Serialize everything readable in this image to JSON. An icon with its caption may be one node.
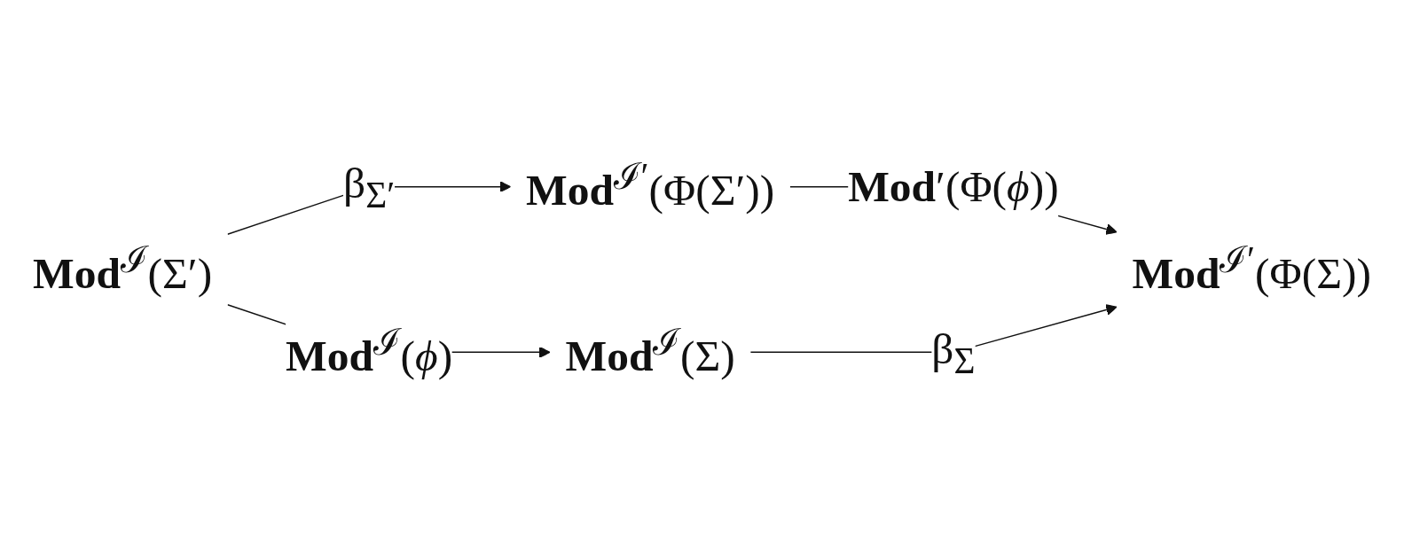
{
  "diagram": {
    "nodes": [
      {
        "text": [
          "**Mod**$^{ℐ}$(Σ′)"
        ]
      },
      {
        "text": [
          "**Mod**$^{ℐ′}$(Φ(Σ′))"
        ]
      },
      {
        "text": [
          "**Mod**$^{ℐ}$(Σ)"
        ]
      },
      {
        "text": [
          "**Mod**$^{ℐ′}$(Φ(Σ))"
        ]
      }
    ],
    "edges": [
      {
        "from": 0,
        "to": 1,
        "arrow": "to",
        "label": "β$_{Σ′}$"
      },
      {
        "from": 0,
        "to": 2,
        "arrow": "to",
        "label": "**Mod**$^{ℐ}$(*ϕ*)"
      },
      {
        "from": 1,
        "to": 3,
        "arrow": "to",
        "label": "**Mod**′(Φ(*ϕ*))"
      },
      {
        "from": 2,
        "to": 3,
        "arrow": "to",
        "label": "β$_{Σ}$"
      }
    ]
  }
}
